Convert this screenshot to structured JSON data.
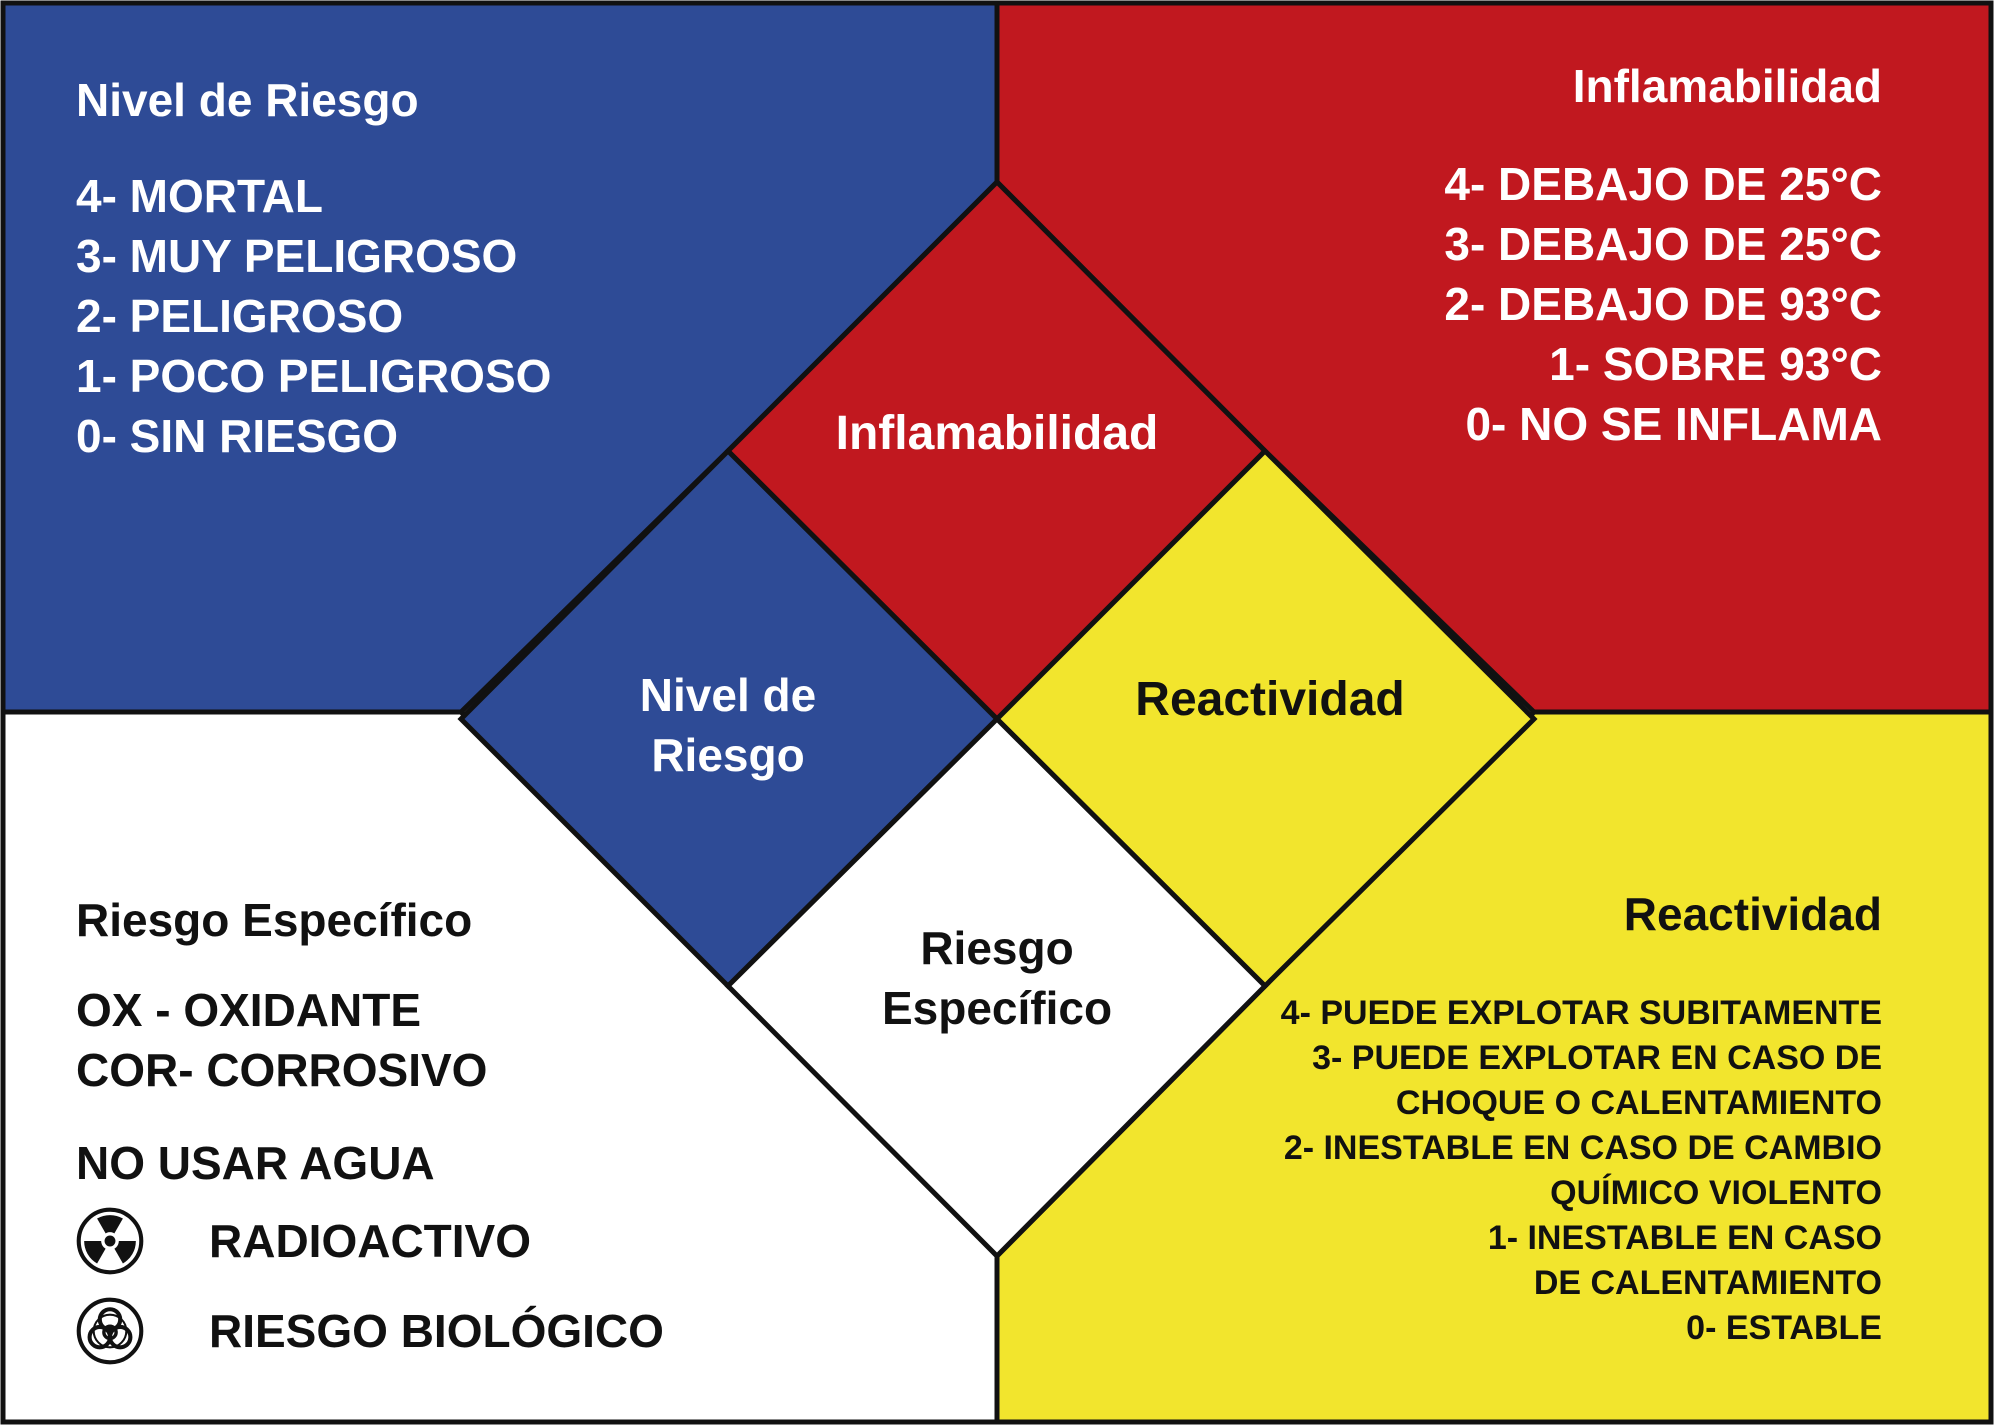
{
  "colors": {
    "health_blue": "#2e4b96",
    "fire_red": "#c1181f",
    "reactivity_yellow": "#f2e52d",
    "special_white": "#ffffff",
    "outline": "#111111"
  },
  "diamond": {
    "health_label": [
      "Nivel de",
      "Riesgo"
    ],
    "flammability_label": "Inflamabilidad",
    "reactivity_label": "Reactividad",
    "special_label": [
      "Riesgo",
      "Específico"
    ]
  },
  "health_panel": {
    "title": "Nivel de Riesgo",
    "items": [
      "4- MORTAL",
      "3- MUY PELIGROSO",
      "2- PELIGROSO",
      "1- POCO PELIGROSO",
      "0- SIN RIESGO"
    ]
  },
  "flammability_panel": {
    "title": "Inflamabilidad",
    "items": [
      "4- DEBAJO DE 25°C",
      "3- DEBAJO DE 25°C",
      "2- DEBAJO DE 93°C",
      "1- SOBRE 93°C",
      "0- NO SE INFLAMA"
    ]
  },
  "special_panel": {
    "title": "Riesgo Específico",
    "codes": [
      "OX - OXIDANTE",
      "COR- CORROSIVO"
    ],
    "no_water": "NO USAR AGUA",
    "symbols": [
      {
        "icon": "radioactive-icon",
        "label": "RADIOACTIVO"
      },
      {
        "icon": "biohazard-icon",
        "label": "RIESGO BIOLÓGICO"
      }
    ]
  },
  "reactivity_panel": {
    "title": "Reactividad",
    "items": [
      "4- PUEDE EXPLOTAR SUBITAMENTE",
      "3- PUEDE EXPLOTAR EN CASO DE",
      "CHOQUE O CALENTAMIENTO",
      "2- INESTABLE EN CASO DE CAMBIO",
      "QUÍMICO VIOLENTO",
      "1- INESTABLE EN CASO ",
      "DE CALENTAMIENTO",
      "0- ESTABLE"
    ]
  }
}
